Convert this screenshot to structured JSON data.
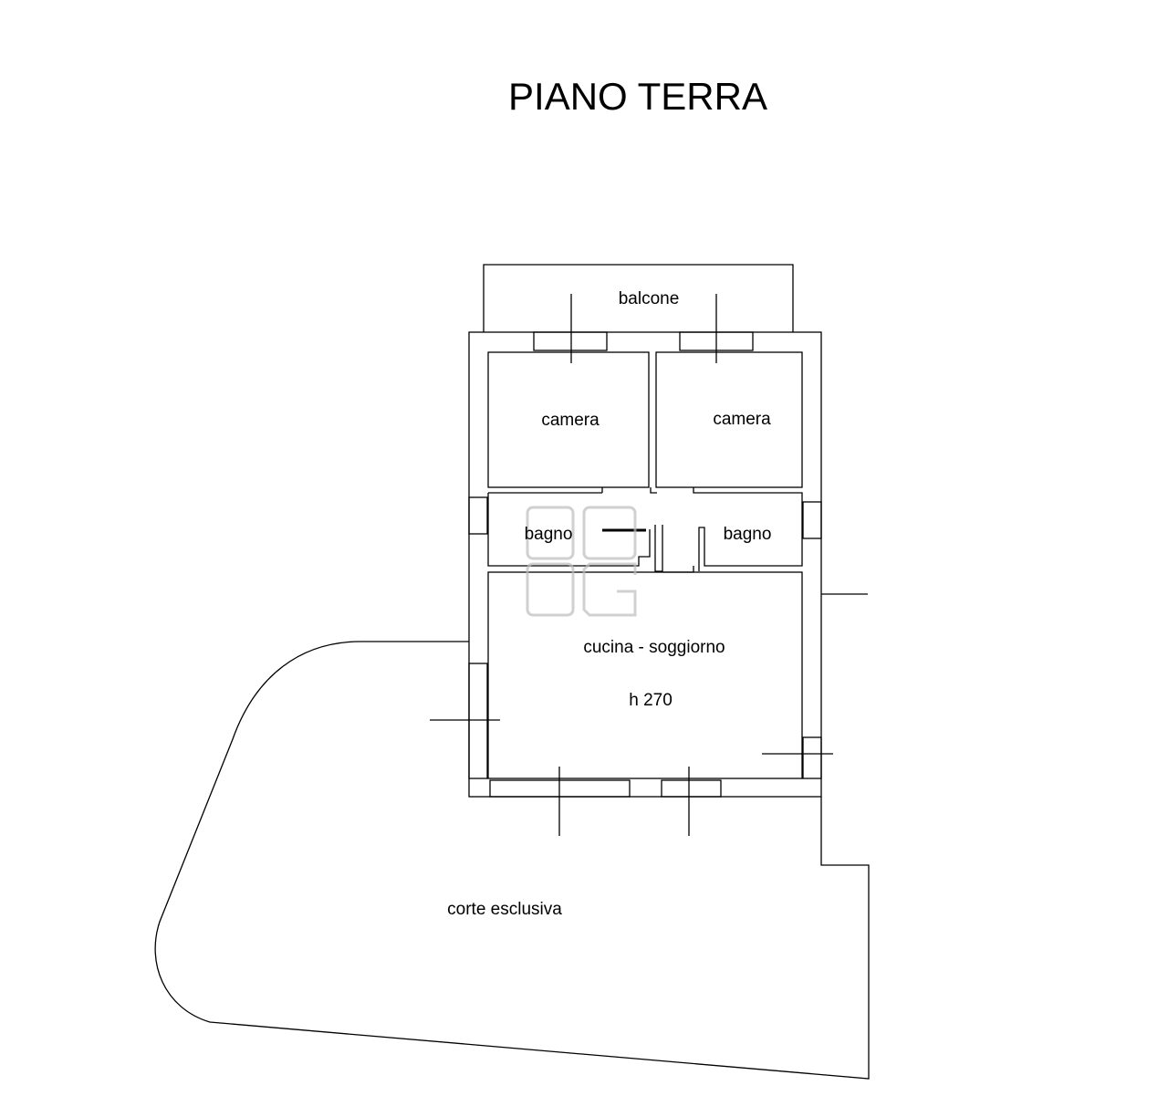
{
  "title": "PIANO TERRA",
  "rooms": {
    "balcone": "balcone",
    "camera_1": "camera",
    "camera_2": "camera",
    "bagno_1": "bagno",
    "bagno_2": "bagno",
    "cucina_soggiorno": "cucina - soggiorno",
    "height": "h 270",
    "corte": "corte esclusiva"
  },
  "watermark": "ADOG",
  "colors": {
    "line": "#000000",
    "watermark": "#bdbdbd",
    "background": "#ffffff"
  }
}
